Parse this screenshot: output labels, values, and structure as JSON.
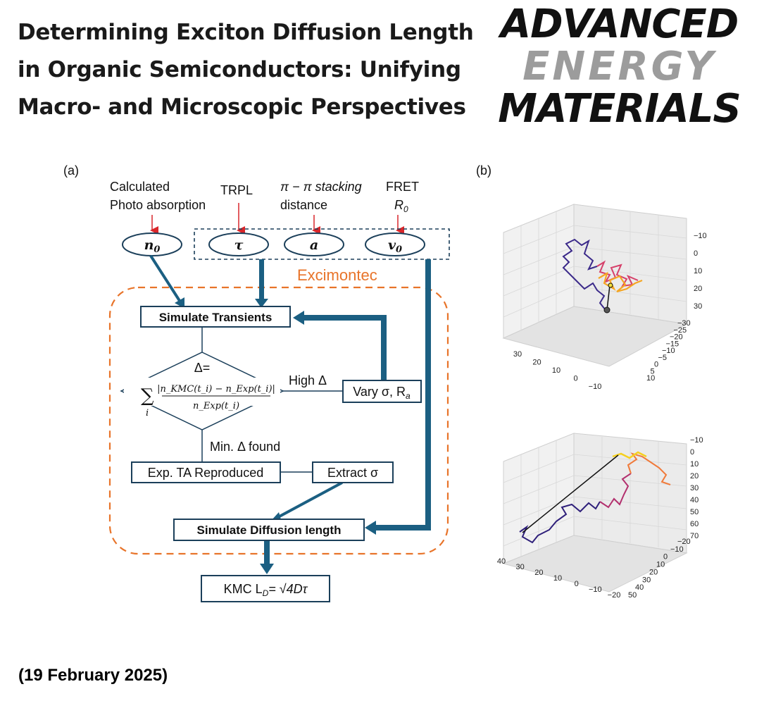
{
  "title": {
    "line1": "Determining Exciton Diffusion Length",
    "line2": "in Organic Semiconductors: Unifying",
    "line3": "Macro- and Microscopic Perspectives"
  },
  "journal": {
    "line1": "ADVANCED",
    "line2": "ENERGY",
    "line3": "MATERIALS"
  },
  "date": "(19 February 2025)",
  "figure": {
    "panel_a_label": "(a)",
    "panel_b_label": "(b)",
    "inputs": {
      "calculated_line1": "Calculated",
      "calculated_line2": "Photo absorption",
      "trpl": "TRPL",
      "stacking_line1": "π − π stacking",
      "stacking_line2": "distance",
      "fret": "FRET",
      "fret_r0": "R",
      "fret_r0_sub": "0"
    },
    "params": {
      "n0": "n",
      "n0_sub": "0",
      "tau": "τ",
      "a": "a",
      "v0": "v",
      "v0_sub": "0"
    },
    "excimontec_label": "Excimontec",
    "simulate_transients": "Simulate Transients",
    "delta_label": "Δ=",
    "delta_formula_sum": "∑",
    "delta_formula_i": "i",
    "delta_formula_num": "|n_KMC(t_i) − n_Exp(t_i)|",
    "delta_formula_den": "n_Exp(t_i)",
    "high_delta": "High Δ",
    "vary": "Vary σ, R",
    "vary_sub": "a",
    "min_delta": "Min. Δ found",
    "exp_ta": "Exp. TA Reproduced",
    "extract_sigma": "Extract σ",
    "simulate_diffusion": "Simulate Diffusion length",
    "kmc_ld": "KMC L",
    "kmc_ld_sub": "D",
    "kmc_ld_eq": "= √4Dτ",
    "colors": {
      "flow": "#1b5f82",
      "excimontec": "#e8742a",
      "arrow_red": "#d9262a"
    }
  },
  "plot_top": {
    "z_ticks": [
      "−10",
      "0",
      "10",
      "20",
      "30"
    ],
    "y_ticks": [
      "−30",
      "−25",
      "−20",
      "−15",
      "−10",
      "−5",
      "0",
      "5",
      "10"
    ],
    "x_ticks": [
      "30",
      "20",
      "10",
      "0",
      "−10"
    ]
  },
  "plot_bottom": {
    "z_ticks": [
      "−10",
      "0",
      "10",
      "20",
      "30",
      "40",
      "50",
      "60",
      "70"
    ],
    "y_ticks": [
      "−20",
      "−10",
      "0",
      "10",
      "20",
      "30",
      "40",
      "50"
    ],
    "x_ticks": [
      "40",
      "30",
      "20",
      "10",
      "0",
      "−10",
      "−20"
    ]
  }
}
